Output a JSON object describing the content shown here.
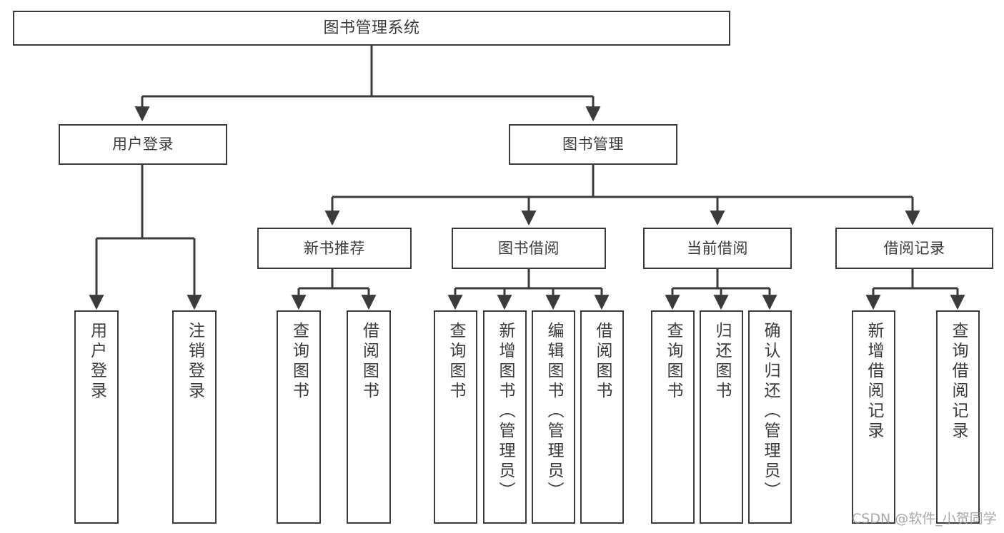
{
  "diagram": {
    "title": "图书管理系统",
    "type": "tree",
    "stroke_color": "#3b3b3b",
    "text_color": "#3b3b3b",
    "background": "#ffffff"
  },
  "nodes": {
    "root": {
      "label": "图书管理系统"
    },
    "level2": [
      {
        "id": "user-login",
        "label": "用户登录"
      },
      {
        "id": "book-management",
        "label": "图书管理"
      }
    ],
    "level3": [
      {
        "id": "new-book-recommend",
        "label": "新书推荐"
      },
      {
        "id": "book-borrow",
        "label": "图书借阅"
      },
      {
        "id": "current-borrow",
        "label": "当前借阅"
      },
      {
        "id": "borrow-record",
        "label": "借阅记录"
      }
    ],
    "leaves": {
      "user_login": [
        {
          "id": "leaf-user-login",
          "label": "用户登录"
        },
        {
          "id": "leaf-logout-login",
          "label": "注销登录"
        }
      ],
      "new_book_recommend": [
        {
          "id": "leaf-query-book-1",
          "label": "查询图书"
        },
        {
          "id": "leaf-borrow-book-1",
          "label": "借阅图书"
        }
      ],
      "book_borrow": [
        {
          "id": "leaf-query-book-2",
          "label": "查询图书"
        },
        {
          "id": "leaf-add-book",
          "label": "新增图书（管理员）"
        },
        {
          "id": "leaf-edit-book",
          "label": "编辑图书（管理员）"
        },
        {
          "id": "leaf-borrow-book-2",
          "label": "借阅图书"
        }
      ],
      "current_borrow": [
        {
          "id": "leaf-query-book-3",
          "label": "查询图书"
        },
        {
          "id": "leaf-return-book",
          "label": "归还图书"
        },
        {
          "id": "leaf-confirm-return",
          "label": "确认归还（管理员）"
        }
      ],
      "borrow_record": [
        {
          "id": "leaf-add-record",
          "label": "新增借阅记录"
        },
        {
          "id": "leaf-query-record",
          "label": "查询借阅记录"
        }
      ]
    }
  },
  "watermark": {
    "text": "CSDN @软件_小贺同学"
  }
}
